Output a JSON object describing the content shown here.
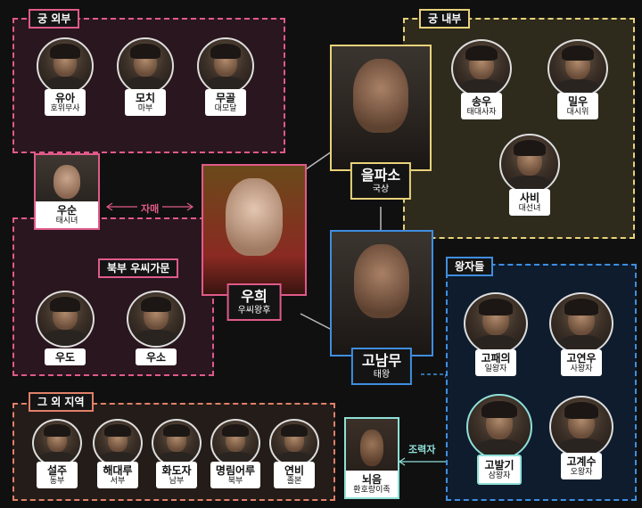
{
  "groups": {
    "outer_palace": "궁 외부",
    "inner_palace": "궁 내부",
    "u_clan": "북부 우씨가문",
    "princes": "왕자들",
    "other_regions": "그 외 지역"
  },
  "outer_palace": [
    {
      "name": "유아",
      "role": "호위무사"
    },
    {
      "name": "모치",
      "role": "마부"
    },
    {
      "name": "무골",
      "role": "대모달"
    }
  ],
  "inner_palace": [
    {
      "name": "송우",
      "role": "태대사자"
    },
    {
      "name": "밀우",
      "role": "대시위"
    },
    {
      "name": "사비",
      "role": "대선녀"
    }
  ],
  "main": {
    "eulpaso": {
      "name": "을파소",
      "role": "국상"
    },
    "uhui": {
      "name": "우희",
      "role": "우씨왕후"
    },
    "gonammu": {
      "name": "고남무",
      "role": "태왕"
    },
    "usun": {
      "name": "우순",
      "role": "태시녀"
    }
  },
  "u_clan": [
    {
      "name": "우도",
      "role": ""
    },
    {
      "name": "우소",
      "role": ""
    }
  ],
  "princes": [
    {
      "name": "고패의",
      "role": "일왕자"
    },
    {
      "name": "고연우",
      "role": "사왕자"
    },
    {
      "name": "고발기",
      "role": "삼왕자"
    },
    {
      "name": "고계수",
      "role": "오왕자"
    }
  ],
  "other_regions": [
    {
      "name": "설주",
      "role": "동부"
    },
    {
      "name": "해대루",
      "role": "서부"
    },
    {
      "name": "화도자",
      "role": "남부"
    },
    {
      "name": "명림어루",
      "role": "북부"
    },
    {
      "name": "연비",
      "role": "졸본"
    }
  ],
  "neoeum": {
    "name": "뇌음",
    "role": "환호랑이족"
  },
  "relations": {
    "sisters": "자매",
    "helper": "조력자"
  },
  "colors": {
    "pink": "#e05a8a",
    "yellow": "#e8d27a",
    "blue": "#3f8ee0",
    "cyan": "#8fe0d8",
    "salmon": "#e0806a",
    "olive_bg": "#2e2a1c",
    "blue_bg": "#0e1c2e",
    "pink_bg": "#2a161e",
    "brown_bg": "#241c18"
  }
}
